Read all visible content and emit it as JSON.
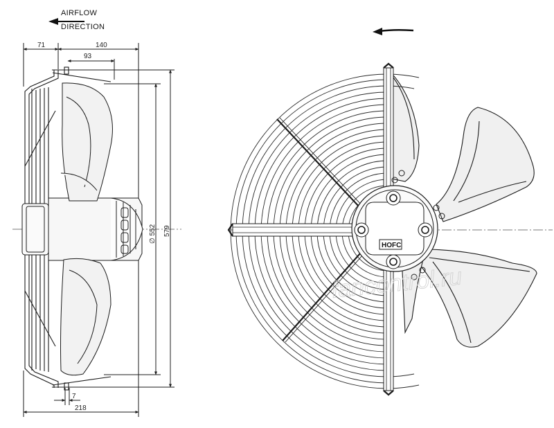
{
  "airflow": {
    "line1": "AIRFLOW",
    "line2": "DIRECTION"
  },
  "dimensions": {
    "d71": "71",
    "d140": "140",
    "d93": "93",
    "d552": "∅ 552",
    "d579": "579",
    "d7": "7",
    "d218": "218"
  },
  "logo": "HOFC",
  "watermark": "fancontrol.ru",
  "colors": {
    "line": "#1a1a1a",
    "center": "#7a7a7a",
    "blade": "#f0f0f0",
    "grille": "#2a2a2a"
  }
}
